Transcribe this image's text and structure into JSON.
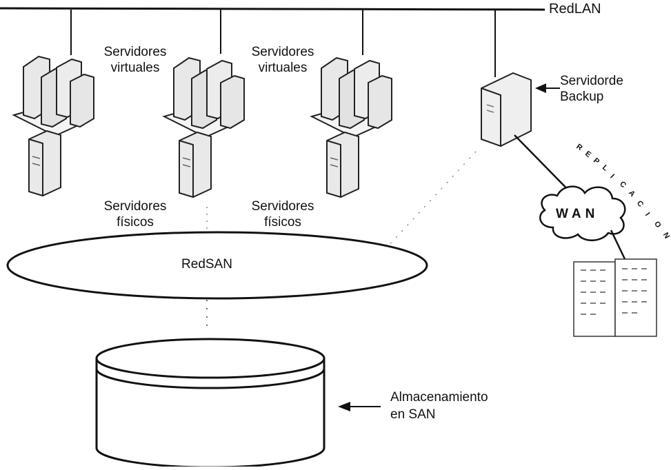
{
  "diagram": {
    "lan_label": "RedLAN",
    "virtual_servers_label_1": "Servidores",
    "virtual_servers_label_2": "virtuales",
    "physical_servers_label_1": "Servidores",
    "physical_servers_label_2": "físicos",
    "san_label": "RedSAN",
    "backup_label_1": "Servidorde",
    "backup_label_2": "Backup",
    "wan_label": "WAN",
    "replication_label": "REPLICACION",
    "storage_label_1": "Almacenamiento",
    "storage_label_2": "en SAN"
  }
}
